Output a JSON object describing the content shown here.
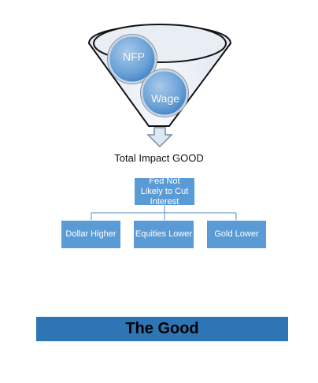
{
  "funnel": {
    "bubbles": [
      {
        "label": "NFP"
      },
      {
        "label": "Wage"
      }
    ],
    "output_label": "Total Impact GOOD"
  },
  "hierarchy": {
    "root": "Fed Not Likely to Cut Interest",
    "children": [
      "Dollar Higher",
      "Equities Lower",
      "Gold Lower"
    ]
  },
  "banner": {
    "title": "The Good"
  },
  "colors": {
    "funnel_fill": "#e8eef6",
    "funnel_stroke": "#111111",
    "bubble_fill": "#5b9bd5",
    "box_fill": "#5b9bd5",
    "connector": "#6f9fcf",
    "banner_fill": "#2e75b6"
  }
}
